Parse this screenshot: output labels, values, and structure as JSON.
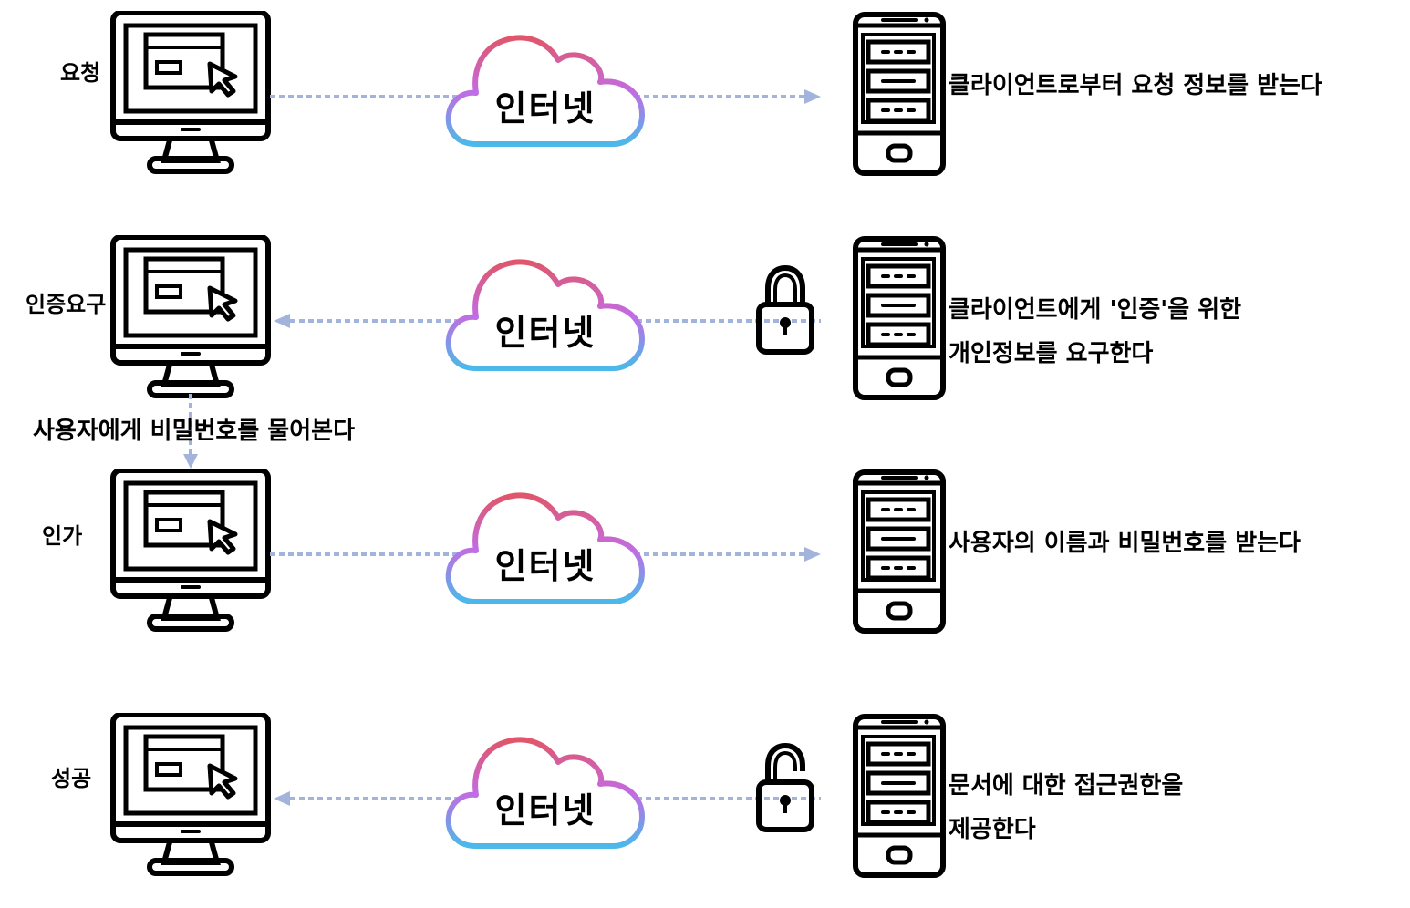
{
  "colors": {
    "arrow": "#a3b4dc",
    "cloud_top": "#e0566a",
    "cloud_mid": "#c36be3",
    "cloud_bottom": "#4bb9ea",
    "outline": "#000000"
  },
  "icons": {
    "client": "desktop-monitor-icon",
    "server": "server-rack-icon",
    "network": "cloud-icon",
    "locked": "padlock-closed-icon",
    "unlocked": "padlock-open-icon"
  },
  "rows": [
    {
      "step": "요청",
      "cloud": "인터넷",
      "direction": "right",
      "lock": "none",
      "desc": [
        "클라이언트로부터 요청 정보를 받는다"
      ]
    },
    {
      "step": "인증요구",
      "cloud": "인터넷",
      "direction": "left",
      "lock": "locked",
      "desc": [
        "클라이언트에게 '인증'을 위한",
        "개인정보를 요구한다"
      ]
    },
    {
      "step": "인가",
      "cloud": "인터넷",
      "direction": "right",
      "lock": "none",
      "desc": [
        "사용자의 이름과 비밀번호를 받는다"
      ]
    },
    {
      "step": "성공",
      "cloud": "인터넷",
      "direction": "left",
      "lock": "unlocked",
      "desc": [
        "문서에 대한 접근권한을",
        "제공한다"
      ]
    }
  ],
  "vertical_link": {
    "label": "사용자에게 비밀번호를 물어본다"
  }
}
